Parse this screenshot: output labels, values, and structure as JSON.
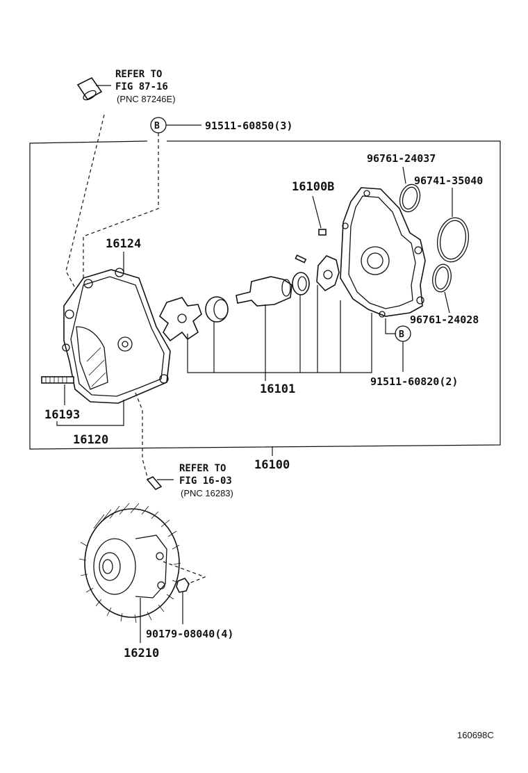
{
  "refs": {
    "top": {
      "line1": "REFER TO",
      "line2": "FIG 87-16",
      "line3": "(PNC 87246E)"
    },
    "mid": {
      "line1": "REFER TO",
      "line2": "FIG 16-03",
      "line3": "(PNC 16283)"
    }
  },
  "callouts": {
    "b_letter": "B",
    "b_top_part": "91511-60850(3)",
    "b_right_part": "91511-60820(2)"
  },
  "parts": {
    "p96761_24037": "96761-24037",
    "p96741_35040": "96741-35040",
    "p96761_24028": "96761-24028",
    "p16100B": "16100B",
    "p16124": "16124",
    "p16101": "16101",
    "p16193": "16193",
    "p16120": "16120",
    "p16100": "16100",
    "p90179": "90179-08040(4)",
    "p16210": "16210"
  },
  "figure_code": "160698C"
}
